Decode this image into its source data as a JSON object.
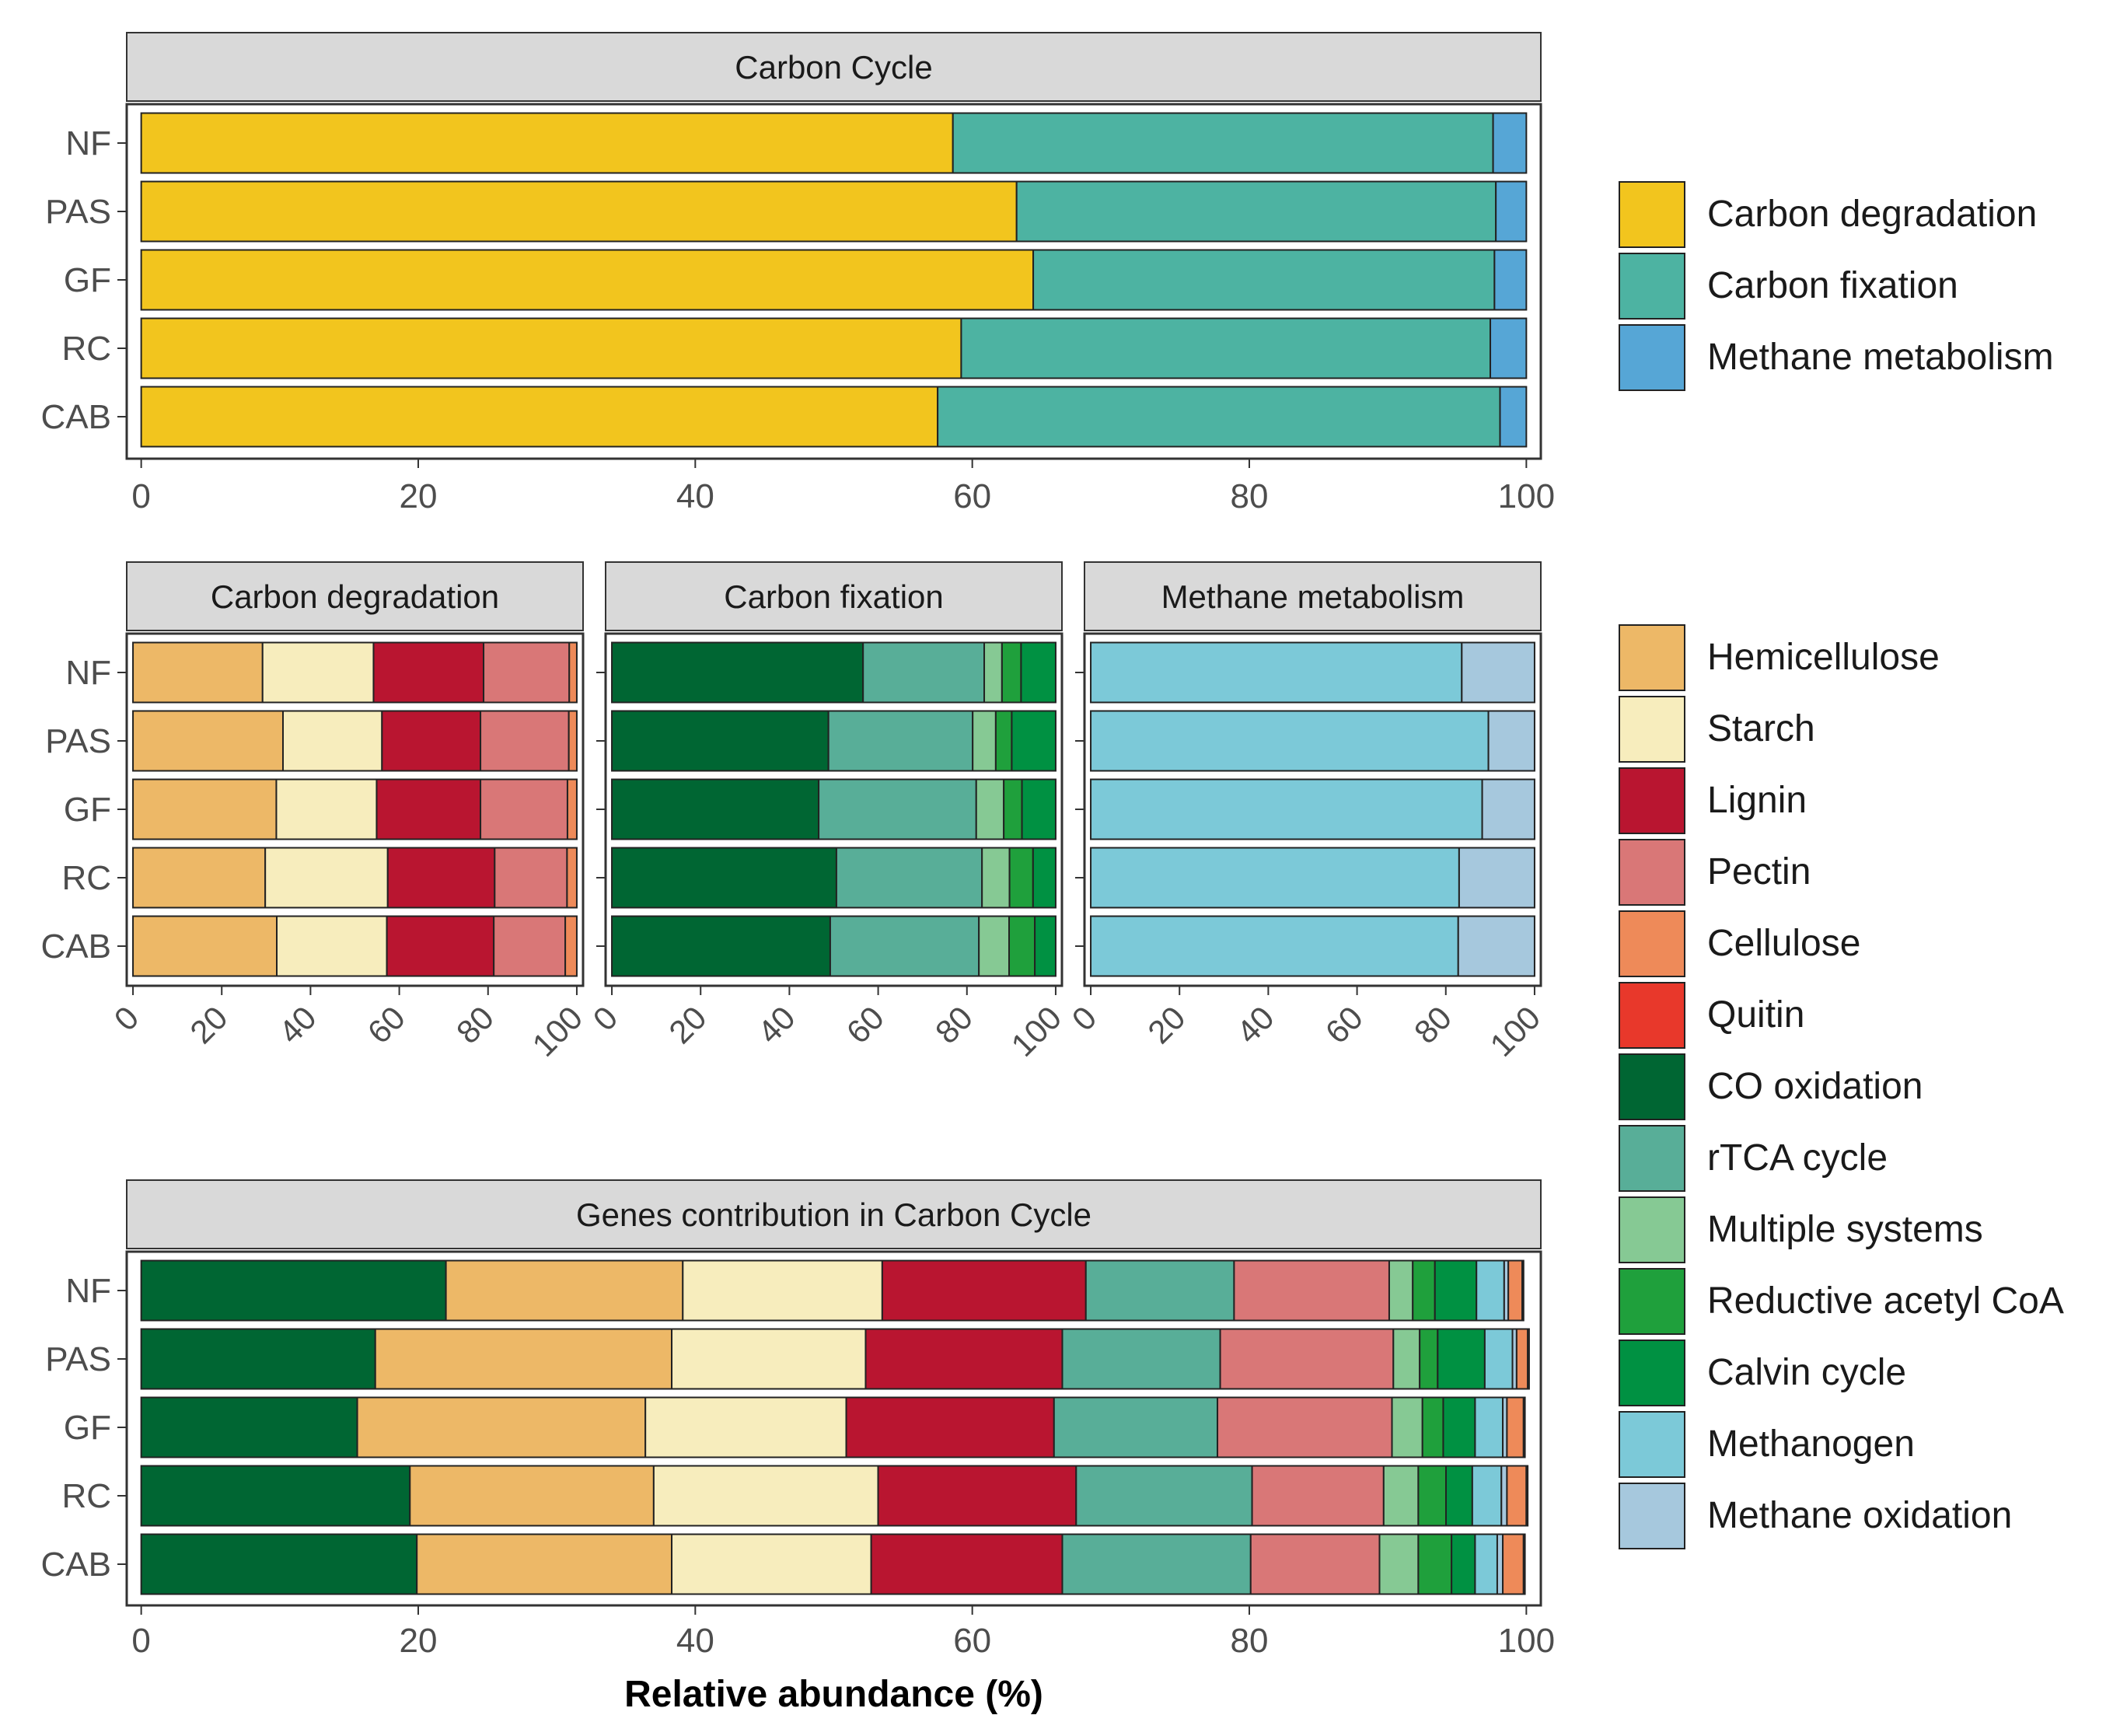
{
  "chart_data": [
    {
      "id": "overview",
      "type": "bar",
      "orientation": "horizontal",
      "stacked": true,
      "title": "Carbon Cycle",
      "categories": [
        "NF",
        "PAS",
        "GF",
        "RC",
        "CAB"
      ],
      "xlim": [
        0,
        100
      ],
      "xticks": [
        "0",
        "20",
        "40",
        "60",
        "80",
        "100"
      ],
      "series": [
        {
          "name": "Carbon degradation",
          "color": "#F2C51E",
          "values": [
            58.6,
            63.2,
            64.4,
            59.2,
            57.5
          ]
        },
        {
          "name": "Carbon fixation",
          "color": "#4DB3A2",
          "values": [
            39.0,
            34.6,
            33.3,
            38.2,
            40.6
          ]
        },
        {
          "name": "Methane metabolism",
          "color": "#56A6D6",
          "values": [
            2.4,
            2.2,
            2.3,
            2.6,
            1.9
          ]
        }
      ]
    },
    {
      "id": "degradation",
      "type": "bar",
      "orientation": "horizontal",
      "stacked": true,
      "title": "Carbon degradation",
      "categories": [
        "NF",
        "PAS",
        "GF",
        "RC",
        "CAB"
      ],
      "xlim": [
        0,
        100
      ],
      "xticks": [
        "0",
        "20",
        "40",
        "60",
        "80",
        "100"
      ],
      "series": [
        {
          "name": "Hemicellulose",
          "color": "#EDB867",
          "values": [
            29.2,
            33.8,
            32.3,
            29.8,
            32.4
          ]
        },
        {
          "name": "Starch",
          "color": "#F7EDBD",
          "values": [
            25.0,
            22.3,
            22.6,
            27.6,
            24.8
          ]
        },
        {
          "name": "Lignin",
          "color": "#B91530",
          "values": [
            24.8,
            22.2,
            23.4,
            24.1,
            24.1
          ]
        },
        {
          "name": "Pectin",
          "color": "#D97777",
          "values": [
            19.3,
            19.9,
            19.6,
            16.3,
            16.1
          ]
        },
        {
          "name": "Cellulose",
          "color": "#EE8A59",
          "values": [
            1.7,
            1.8,
            2.1,
            2.2,
            2.6
          ]
        }
      ]
    },
    {
      "id": "fixation",
      "type": "bar",
      "orientation": "horizontal",
      "stacked": true,
      "title": "Carbon fixation",
      "categories": [
        "NF",
        "PAS",
        "GF",
        "RC",
        "CAB"
      ],
      "xlim": [
        0,
        100
      ],
      "xticks": [
        "0",
        "20",
        "40",
        "60",
        "80",
        "100"
      ],
      "series": [
        {
          "name": "CO oxidation",
          "color": "#006633",
          "values": [
            56.6,
            48.8,
            46.6,
            50.6,
            49.2
          ]
        },
        {
          "name": "rTCA cycle",
          "color": "#58AE98",
          "values": [
            27.3,
            32.5,
            35.5,
            32.8,
            33.5
          ]
        },
        {
          "name": "Multiple systems",
          "color": "#86C994",
          "values": [
            4.0,
            5.2,
            6.2,
            6.2,
            6.8
          ]
        },
        {
          "name": "Reductive acetyl CoA",
          "color": "#1FA03C",
          "values": [
            4.3,
            3.6,
            4.1,
            5.3,
            5.8
          ]
        },
        {
          "name": "Calvin cycle",
          "color": "#009142",
          "values": [
            7.8,
            9.9,
            7.6,
            5.1,
            4.7
          ]
        }
      ]
    },
    {
      "id": "methane",
      "type": "bar",
      "orientation": "horizontal",
      "stacked": true,
      "title": "Methane metabolism",
      "categories": [
        "NF",
        "PAS",
        "GF",
        "RC",
        "CAB"
      ],
      "xlim": [
        0,
        100
      ],
      "xticks": [
        "0",
        "20",
        "40",
        "60",
        "80",
        "100"
      ],
      "series": [
        {
          "name": "Methanogen",
          "color": "#7CC9D8",
          "values": [
            83.6,
            89.6,
            88.2,
            83.0,
            82.8
          ]
        },
        {
          "name": "Methane oxidation",
          "color": "#A6C8DD",
          "values": [
            16.4,
            10.4,
            11.8,
            17.0,
            17.2
          ]
        }
      ]
    },
    {
      "id": "genes",
      "type": "bar",
      "orientation": "horizontal",
      "stacked": true,
      "title": "Genes contribution in Carbon Cycle",
      "xlabel": "Relative abundance (%)",
      "categories": [
        "NF",
        "PAS",
        "GF",
        "RC",
        "CAB"
      ],
      "xlim": [
        0,
        100
      ],
      "xticks": [
        "0",
        "20",
        "40",
        "60",
        "80",
        "100"
      ],
      "series": [
        {
          "name": "CO oxidation",
          "color": "#006633",
          "values": [
            22.0,
            16.9,
            15.6,
            19.4,
            19.9
          ]
        },
        {
          "name": "Hemicellulose",
          "color": "#EDB867",
          "values": [
            17.1,
            21.4,
            20.8,
            17.6,
            18.4
          ]
        },
        {
          "name": "Starch",
          "color": "#F7EDBD",
          "values": [
            14.4,
            14.0,
            14.5,
            16.2,
            14.4
          ]
        },
        {
          "name": "Lignin",
          "color": "#B91530",
          "values": [
            14.7,
            14.2,
            15.0,
            14.3,
            13.8
          ]
        },
        {
          "name": "rTCA cycle",
          "color": "#58AE98",
          "values": [
            10.7,
            11.4,
            11.8,
            12.7,
            13.6
          ]
        },
        {
          "name": "Pectin",
          "color": "#D97777",
          "values": [
            11.2,
            12.5,
            12.6,
            9.5,
            9.3
          ]
        },
        {
          "name": "Multiple systems",
          "color": "#86C994",
          "values": [
            1.7,
            1.9,
            2.2,
            2.5,
            2.8
          ]
        },
        {
          "name": "Reductive acetyl CoA",
          "color": "#1FA03C",
          "values": [
            1.6,
            1.3,
            1.5,
            2.0,
            2.4
          ]
        },
        {
          "name": "Calvin cycle",
          "color": "#009142",
          "values": [
            3.0,
            3.4,
            2.3,
            1.9,
            1.7
          ]
        },
        {
          "name": "Methanogen",
          "color": "#7CC9D8",
          "values": [
            2.0,
            2.0,
            2.0,
            2.1,
            1.6
          ]
        },
        {
          "name": "Methane oxidation",
          "color": "#A6C8DD",
          "values": [
            0.3,
            0.3,
            0.3,
            0.4,
            0.4
          ]
        },
        {
          "name": "Cellulose",
          "color": "#EE8A59",
          "values": [
            1.0,
            0.8,
            1.2,
            1.4,
            1.5
          ]
        },
        {
          "name": "Quitin",
          "color": "#E8382B",
          "values": [
            0.1,
            0.1,
            0.1,
            0.1,
            0.1
          ]
        }
      ]
    }
  ],
  "legends": [
    {
      "id": "legend-top",
      "items": [
        {
          "label": "Carbon degradation",
          "color": "#F2C51E"
        },
        {
          "label": "Carbon fixation",
          "color": "#4DB3A2"
        },
        {
          "label": "Methane metabolism",
          "color": "#56A6D6"
        }
      ]
    },
    {
      "id": "legend-bottom",
      "items": [
        {
          "label": "Hemicellulose",
          "color": "#EDB867"
        },
        {
          "label": "Starch",
          "color": "#F7EDBD"
        },
        {
          "label": "Lignin",
          "color": "#B91530"
        },
        {
          "label": "Pectin",
          "color": "#D97777"
        },
        {
          "label": "Cellulose",
          "color": "#EE8A59"
        },
        {
          "label": "Quitin",
          "color": "#E8382B"
        },
        {
          "label": "CO oxidation",
          "color": "#006633"
        },
        {
          "label": "rTCA cycle",
          "color": "#58AE98"
        },
        {
          "label": "Multiple systems",
          "color": "#86C994"
        },
        {
          "label": "Reductive acetyl CoA",
          "color": "#1FA03C"
        },
        {
          "label": "Calvin cycle",
          "color": "#009142"
        },
        {
          "label": "Methanogen",
          "color": "#7CC9D8"
        },
        {
          "label": "Methane oxidation",
          "color": "#A6C8DD"
        }
      ]
    }
  ]
}
